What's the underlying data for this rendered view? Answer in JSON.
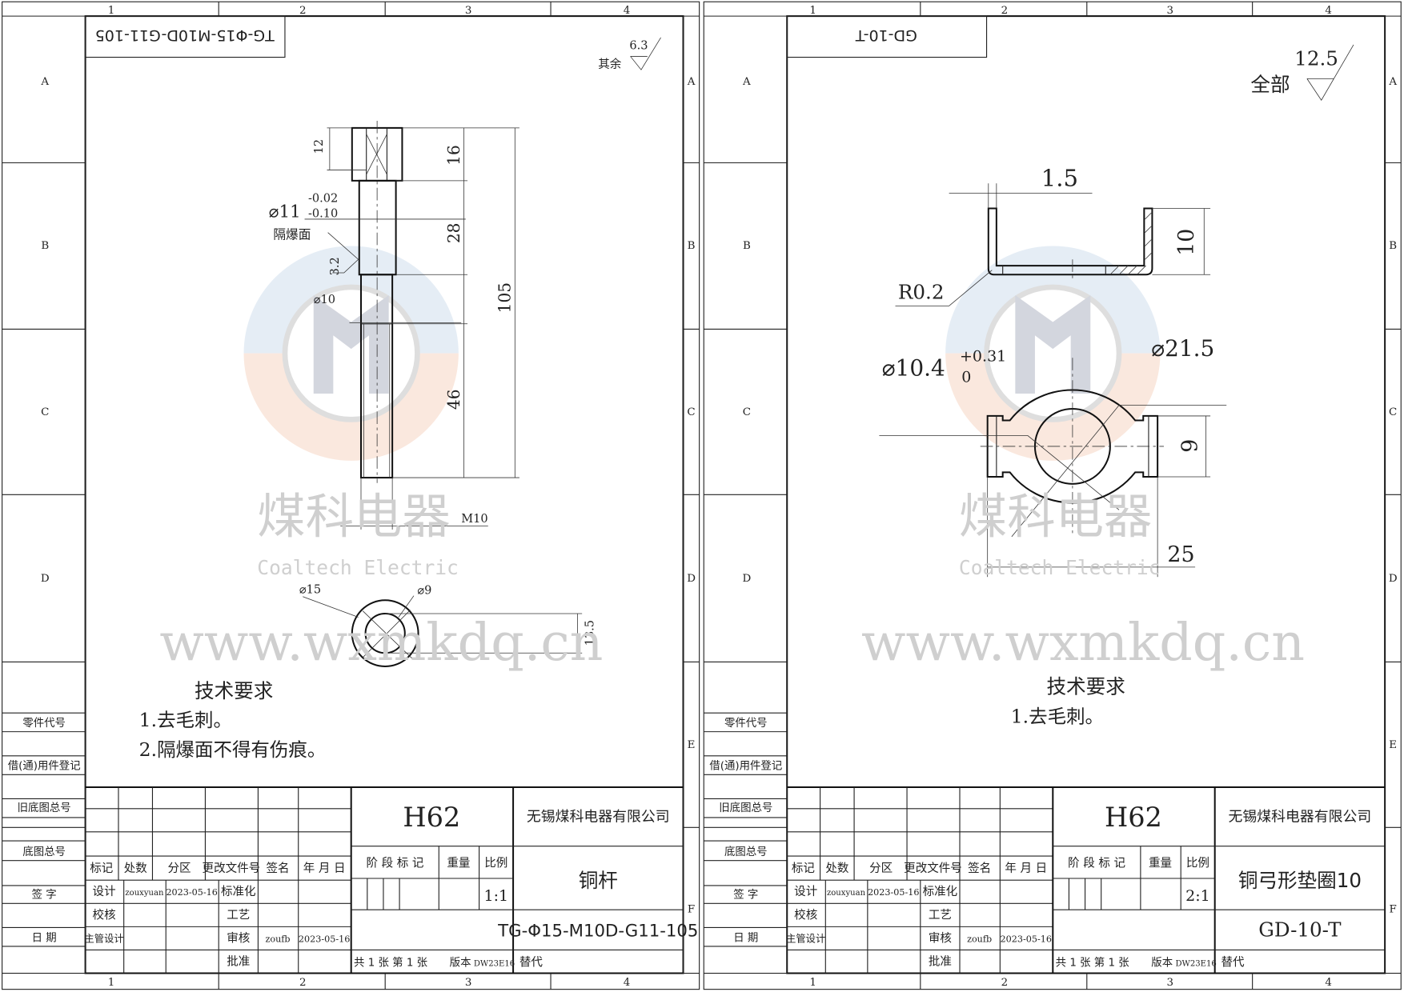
{
  "colors": {
    "line": "#222222",
    "watermark": "#cfcfcf",
    "logo_blue": "#dfe9f3",
    "logo_orange": "#f9e3d6",
    "logo_gray": "#b8bcc8"
  },
  "frame": {
    "columns": [
      "1",
      "2",
      "3",
      "4"
    ],
    "rows": [
      "A",
      "B",
      "C",
      "D",
      "E",
      "F"
    ],
    "side_labels": [
      "零件代号",
      "借(通)用件登记",
      "旧底图总号",
      "底图总号",
      "签 字",
      "日 期"
    ]
  },
  "watermark": {
    "cn": "煤科电器",
    "en": "Coaltech Electric",
    "url": "www.wxmkdq.cn"
  },
  "title_block_common": {
    "headers": [
      "标记",
      "处数",
      "分区",
      "更改文件号",
      "签名",
      "年 月 日"
    ],
    "design_label": "设计",
    "designer": "zouxyuan",
    "design_date": "2023-05-16",
    "standard_label": "标准化",
    "check_label": "校核",
    "process_label": "工艺",
    "chief_label": "主管设计",
    "review_label": "审核",
    "reviewer": "zoufb",
    "review_date": "2023-05-16",
    "approve_label": "批准",
    "stage_label": "阶 段 标 记",
    "weight_label": "重量",
    "scale_label": "比例",
    "sheets": "共 1 张  第 1 张",
    "version_label": "版本",
    "version": "DW23E16",
    "replace_label": "替代",
    "company": "无锡煤科电器有限公司"
  },
  "sheets": [
    {
      "code_box": "TG-Φ15-M10D-G11-105",
      "material": "H62",
      "part_name": "铜杆",
      "scale": "1:1",
      "drawing_no": "TG-Φ15-M10D-G11-105",
      "roughness": {
        "label": "其余",
        "value": "6.3"
      },
      "dims": {
        "d12": "12",
        "d16": "16",
        "d28": "28",
        "d46": "46",
        "d105": "105",
        "dia11": "⌀11",
        "dia11_upper": "-0.02",
        "dia11_lower": "-0.10",
        "face": "隔爆面",
        "face_rough": "3.2",
        "dia10": "⌀10",
        "m10": "M10",
        "dia15": "⌀15",
        "dia9": "⌀9",
        "d13_5": "13.5"
      },
      "tech": {
        "title": "技术要求",
        "items": [
          "1.去毛刺。",
          "2.隔爆面不得有伤痕。"
        ]
      }
    },
    {
      "code_box": "GD-10-T",
      "material": "H62",
      "part_name": "铜弓形垫圈10",
      "scale": "2:1",
      "drawing_no": "GD-10-T",
      "roughness": {
        "label": "全部",
        "value": "12.5"
      },
      "dims": {
        "t15": "1.5",
        "h10": "10",
        "r02": "R0.2",
        "dia104": "⌀10.4",
        "dia104_upper": "+0.31",
        "dia104_lower": "0",
        "dia215": "⌀21.5",
        "w9": "9",
        "w25": "25"
      },
      "tech": {
        "title": "技术要求",
        "items": [
          "1.去毛刺。"
        ]
      }
    }
  ]
}
